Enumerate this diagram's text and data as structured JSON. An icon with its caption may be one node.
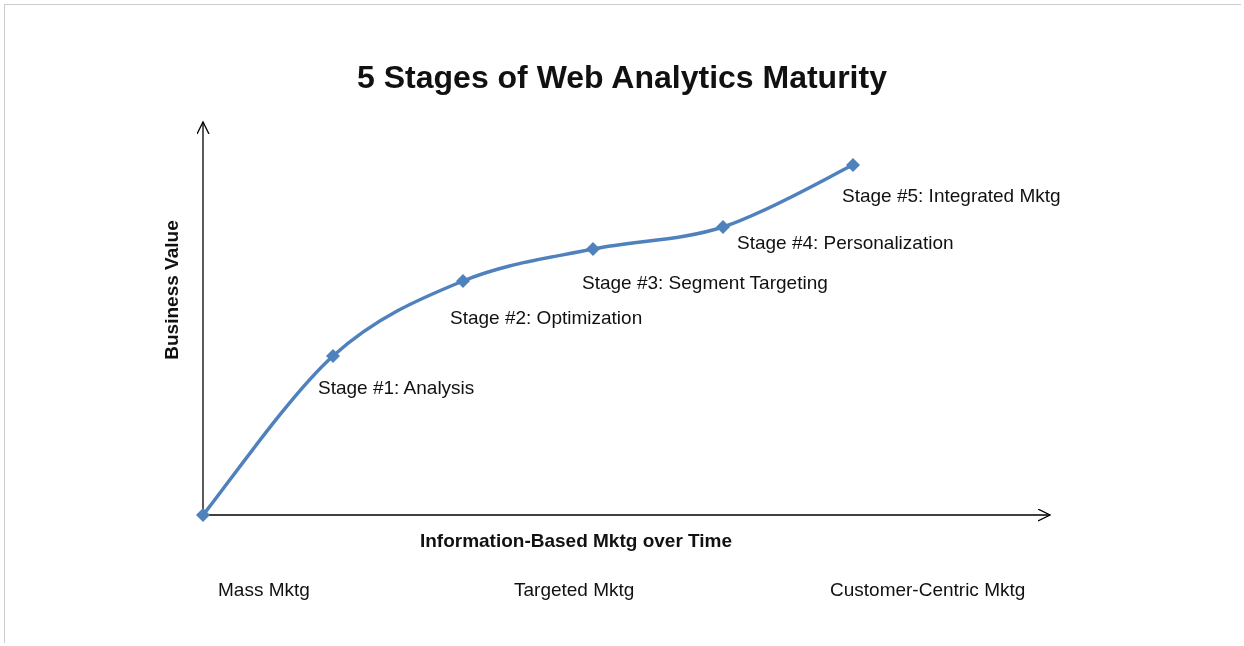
{
  "diagram": {
    "title": "5 Stages of Web Analytics Maturity",
    "labels": [
      "Business Value",
      "Stage #5: Integrated Mktg",
      "Stage #4: Personalization",
      "Stage #3: Segment Targeting",
      "Stage #2: Optimization",
      "Stage #1: Analysis",
      "Information-Based Mktg over Time",
      "Mass Mktg",
      "Targeted Mktg",
      "Customer-Centric Mktg"
    ]
  }
}
